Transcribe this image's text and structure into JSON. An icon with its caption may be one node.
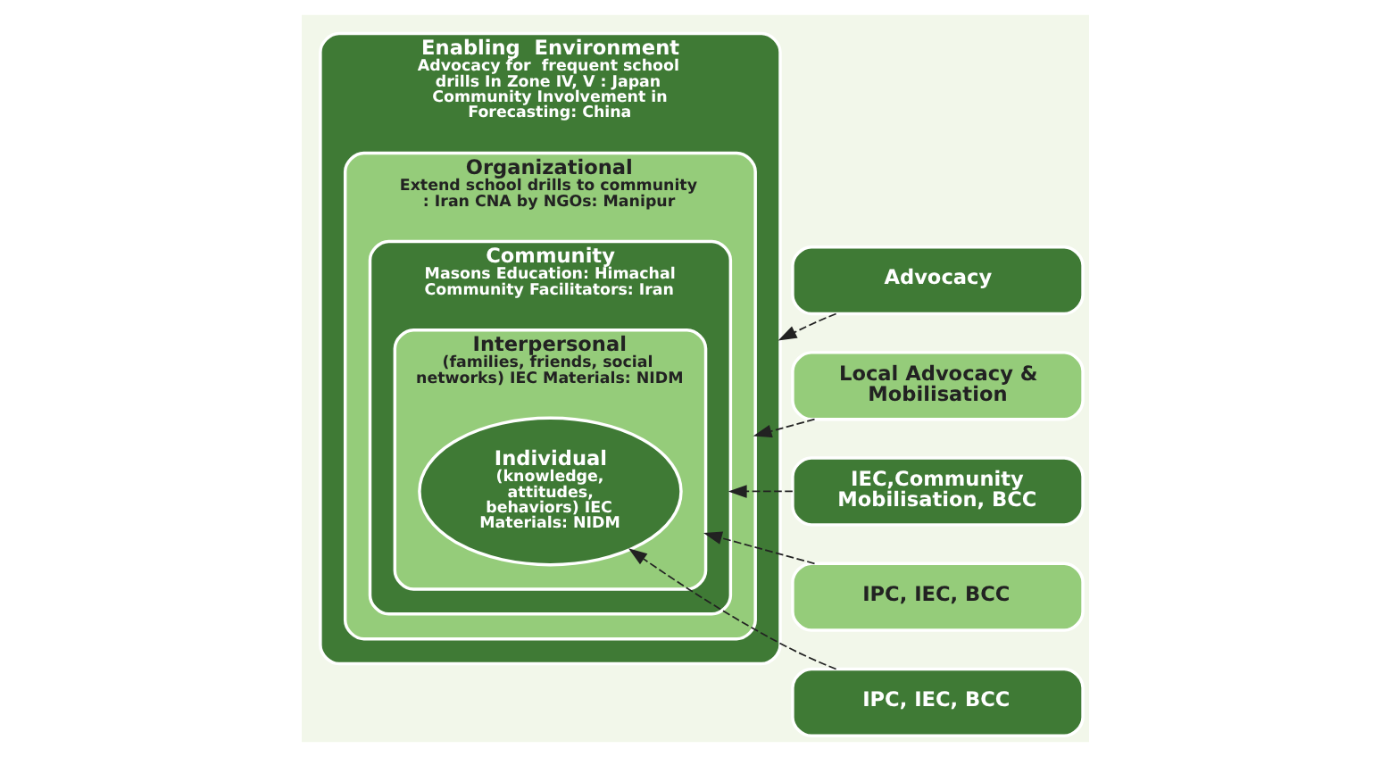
{
  "diagram": {
    "nodes": [
      {
        "text": [
          "Enabling  Environment",
          "Advocacy for  frequent school drills In Zone IV, V : Japan Community Involvement in Forecasting: China"
        ]
      },
      {
        "text": [
          "Organizational",
          "Extend school drills to community : Iran CNA by NGOs: Manipur"
        ],
        "in": 0
      },
      {
        "text": [
          "Community",
          "Masons Education: Himachal Community Facilitators: Iran"
        ],
        "in": 1
      },
      {
        "text": [
          "Interpersonal",
          "(families, friends, social networks) IEC Materials: NIDM"
        ],
        "in": 2
      },
      {
        "text": [
          "Individual",
          "(knowledge, attitudes, behaviors) IEC Materials: NIDM"
        ],
        "in": 3
      },
      {
        "text": [
          "Advocacy"
        ]
      },
      {
        "text": [
          "Local Advocacy & Mobilisation"
        ]
      },
      {
        "text": [
          "IEC,Community Mobilisation, BCC"
        ]
      },
      {
        "text": [
          "IPC, IEC, BCC"
        ]
      },
      {
        "text": [
          "IPC, IEC, BCC"
        ]
      }
    ],
    "edges": [
      {
        "from": 5,
        "to": 0,
        "arrow": "to",
        "style": "dashed"
      },
      {
        "from": 6,
        "to": 1,
        "arrow": "to",
        "style": "dashed"
      },
      {
        "from": 7,
        "to": 2,
        "arrow": "to",
        "style": "dashed"
      },
      {
        "from": 8,
        "to": 3,
        "arrow": "to",
        "style": "dashed"
      },
      {
        "from": 9,
        "to": 4,
        "arrow": "to",
        "style": "dashed"
      }
    ]
  }
}
